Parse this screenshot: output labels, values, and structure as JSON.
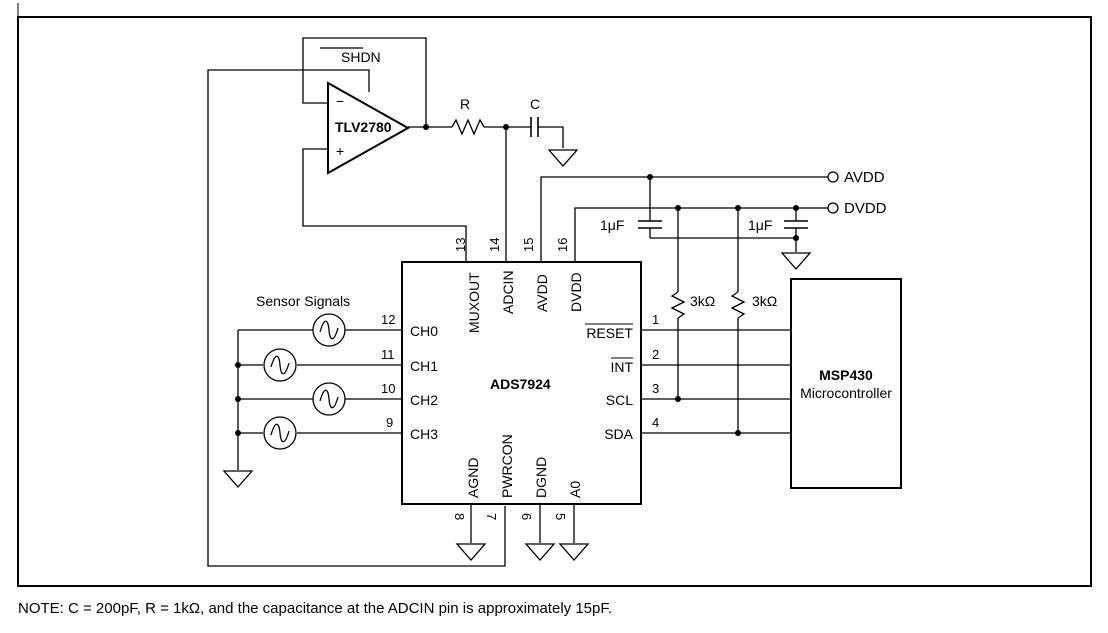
{
  "opamp": {
    "shdn": "SHDN",
    "name": "TLV2780",
    "minus": "−",
    "plus": "+"
  },
  "passives": {
    "r_label": "R",
    "c_label": "C",
    "cap1": "1μF",
    "cap2": "1μF",
    "res1": "3kΩ",
    "res2": "3kΩ"
  },
  "power": {
    "avdd": "AVDD",
    "dvdd": "DVDD"
  },
  "sensor_title": "Sensor Signals",
  "adc": {
    "name": "ADS7924",
    "left_pins": [
      {
        "num": "12",
        "label": "CH0"
      },
      {
        "num": "11",
        "label": "CH1"
      },
      {
        "num": "10",
        "label": "CH2"
      },
      {
        "num": "9",
        "label": "CH3"
      }
    ],
    "top_pins": [
      {
        "num": "13",
        "label": "MUXOUT"
      },
      {
        "num": "14",
        "label": "ADCIN"
      },
      {
        "num": "15",
        "label": "AVDD"
      },
      {
        "num": "16",
        "label": "DVDD"
      }
    ],
    "right_pins": [
      {
        "num": "1",
        "label": "RESET"
      },
      {
        "num": "2",
        "label": "INT"
      },
      {
        "num": "3",
        "label": "SCL"
      },
      {
        "num": "4",
        "label": "SDA"
      }
    ],
    "bottom_pins": [
      {
        "num": "8",
        "label": "AGND"
      },
      {
        "num": "7",
        "label": "PWRCON"
      },
      {
        "num": "6",
        "label": "DGND"
      },
      {
        "num": "5",
        "label": "A0"
      }
    ]
  },
  "mcu": {
    "name": "MSP430",
    "sub": "Microcontroller"
  },
  "note": "NOTE: C = 200pF, R = 1kΩ, and the capacitance at the ADCIN pin is approximately 15pF."
}
